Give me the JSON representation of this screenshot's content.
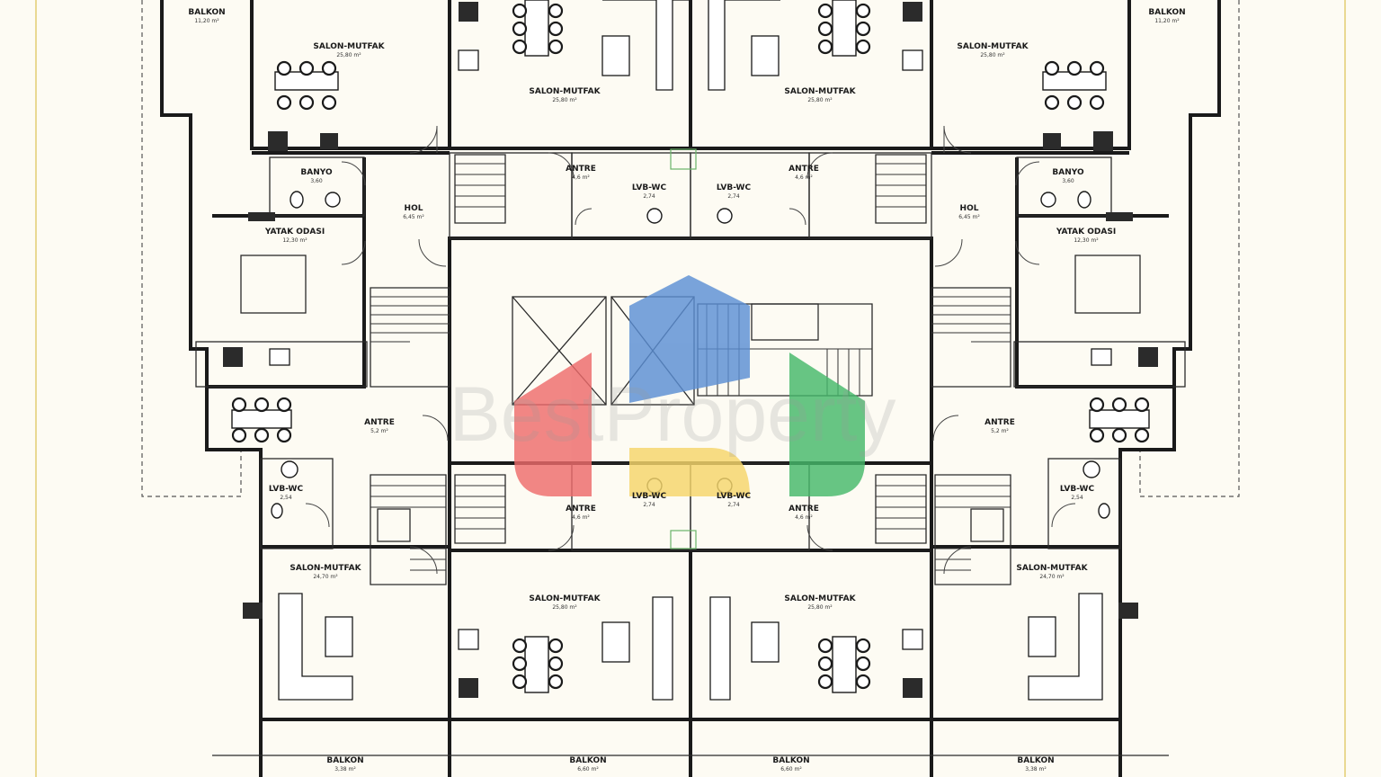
{
  "plan": {
    "rooms": [
      {
        "id": "balkon-tl",
        "name": "BALKON",
        "area": "11,20 m²"
      },
      {
        "id": "balkon-tr",
        "name": "BALKON",
        "area": "11,20 m²"
      },
      {
        "id": "salon-1",
        "name": "SALON-MUTFAK",
        "area": "25,80 m²"
      },
      {
        "id": "salon-2",
        "name": "SALON-MUTFAK",
        "area": "25,80 m²"
      },
      {
        "id": "salon-3",
        "name": "SALON-MUTFAK",
        "area": "25,80 m²"
      },
      {
        "id": "salon-4",
        "name": "SALON-MUTFAK",
        "area": "25,80 m²"
      },
      {
        "id": "antre-1",
        "name": "ANTRE",
        "area": "4,6 m²"
      },
      {
        "id": "antre-2",
        "name": "ANTRE",
        "area": "4,6 m²"
      },
      {
        "id": "lvb-1",
        "name": "LVB-WC",
        "area": "2,74"
      },
      {
        "id": "lvb-2",
        "name": "LVB-WC",
        "area": "2,74"
      },
      {
        "id": "banyo-1",
        "name": "BANYO",
        "area": "3,60"
      },
      {
        "id": "banyo-2",
        "name": "BANYO",
        "area": "3,60"
      },
      {
        "id": "hol-1",
        "name": "HOL",
        "area": "6,45 m²"
      },
      {
        "id": "hol-2",
        "name": "HOL",
        "area": "6,45 m²"
      },
      {
        "id": "yatak-1",
        "name": "YATAK ODASI",
        "area": "12,30 m²"
      },
      {
        "id": "yatak-2",
        "name": "YATAK ODASI",
        "area": "12,30 m²"
      },
      {
        "id": "antre-3",
        "name": "ANTRE",
        "area": "5,2 m²"
      },
      {
        "id": "antre-4",
        "name": "ANTRE",
        "area": "5,2 m²"
      },
      {
        "id": "lvb-3",
        "name": "LVB-WC",
        "area": "2,54"
      },
      {
        "id": "lvb-4",
        "name": "LVB-WC",
        "area": "2,54"
      },
      {
        "id": "salon-5",
        "name": "SALON-MUTFAK",
        "area": "24,70 m²"
      },
      {
        "id": "salon-6",
        "name": "SALON-MUTFAK",
        "area": "24,70 m²"
      },
      {
        "id": "antre-5",
        "name": "ANTRE",
        "area": "4,6 m²"
      },
      {
        "id": "antre-6",
        "name": "ANTRE",
        "area": "4,6 m²"
      },
      {
        "id": "lvb-5",
        "name": "LVB-WC",
        "area": "2,74"
      },
      {
        "id": "lvb-6",
        "name": "LVB-WC",
        "area": "2,74"
      },
      {
        "id": "salon-7",
        "name": "SALON-MUTFAK",
        "area": "25,80 m²"
      },
      {
        "id": "salon-8",
        "name": "SALON-MUTFAK",
        "area": "25,80 m²"
      },
      {
        "id": "balkon-b1",
        "name": "BALKON",
        "area": "3,38 m²"
      },
      {
        "id": "balkon-b2",
        "name": "BALKON",
        "area": "6,60 m²"
      },
      {
        "id": "balkon-b3",
        "name": "BALKON",
        "area": "6,60 m²"
      },
      {
        "id": "balkon-b4",
        "name": "BALKON",
        "area": "3,38 m²"
      }
    ]
  },
  "watermark": {
    "text": "BestProperty",
    "colors": {
      "blue": "#5b8fd4",
      "red": "#ee6b6b",
      "green": "#45b86a",
      "yellow": "#f6d66b"
    }
  }
}
